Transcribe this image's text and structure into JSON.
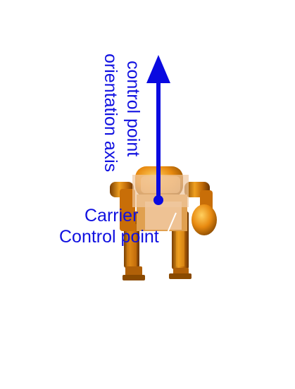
{
  "diagram": {
    "axis_label_line1": "control point",
    "axis_label_line2": "orientation axis",
    "carrier_label": "Carrier",
    "control_point_label": "Control point",
    "colors": {
      "axis_arrow": "#0a0ae0",
      "label_text": "#1010e0",
      "robot_body": "#e88a10",
      "robot_dark": "#8a4a00",
      "carrier_box": "#f0c8a0"
    }
  }
}
